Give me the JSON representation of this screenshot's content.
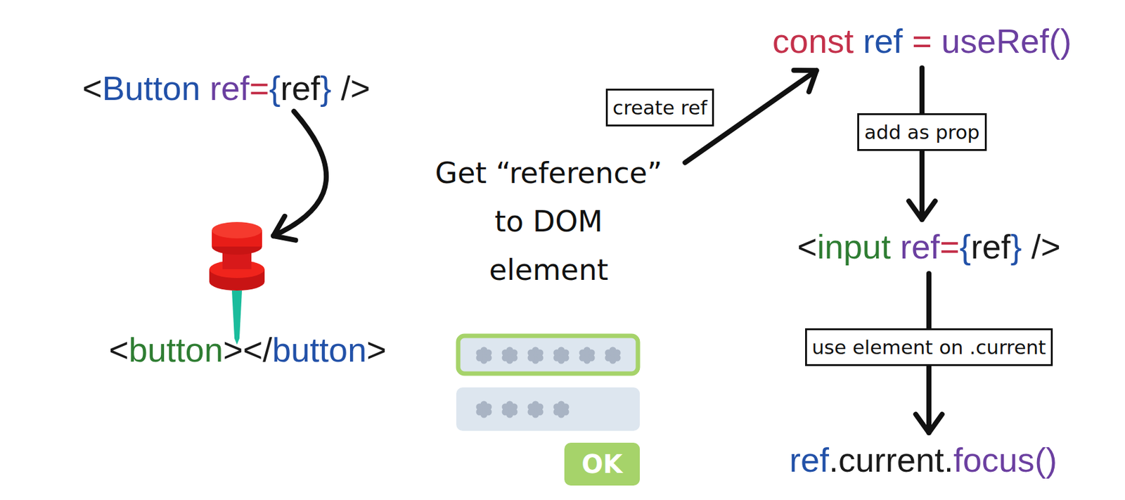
{
  "diagram": {
    "nodes": [
      {
        "text": [
          "<Button ref={ref} />"
        ]
      },
      {
        "text": [
          "<button></button>"
        ]
      },
      {
        "text": [
          "Get “reference” to DOM element"
        ]
      },
      {
        "text": [
          "const ref = useRef()"
        ]
      },
      {
        "text": [
          "<input ref={ref} />"
        ]
      },
      {
        "text": [
          "ref.current.focus()"
        ]
      }
    ],
    "edges": [
      {
        "from": 0,
        "to": 1,
        "arrow": "to"
      },
      {
        "from": 2,
        "to": 3,
        "label": "create ref",
        "arrow": "to"
      },
      {
        "from": 3,
        "to": 4,
        "label": "add as prop",
        "arrow": "to"
      },
      {
        "from": 4,
        "to": 5,
        "label": "use element on .current",
        "arrow": "to"
      }
    ],
    "labels": [
      "OK"
    ]
  }
}
